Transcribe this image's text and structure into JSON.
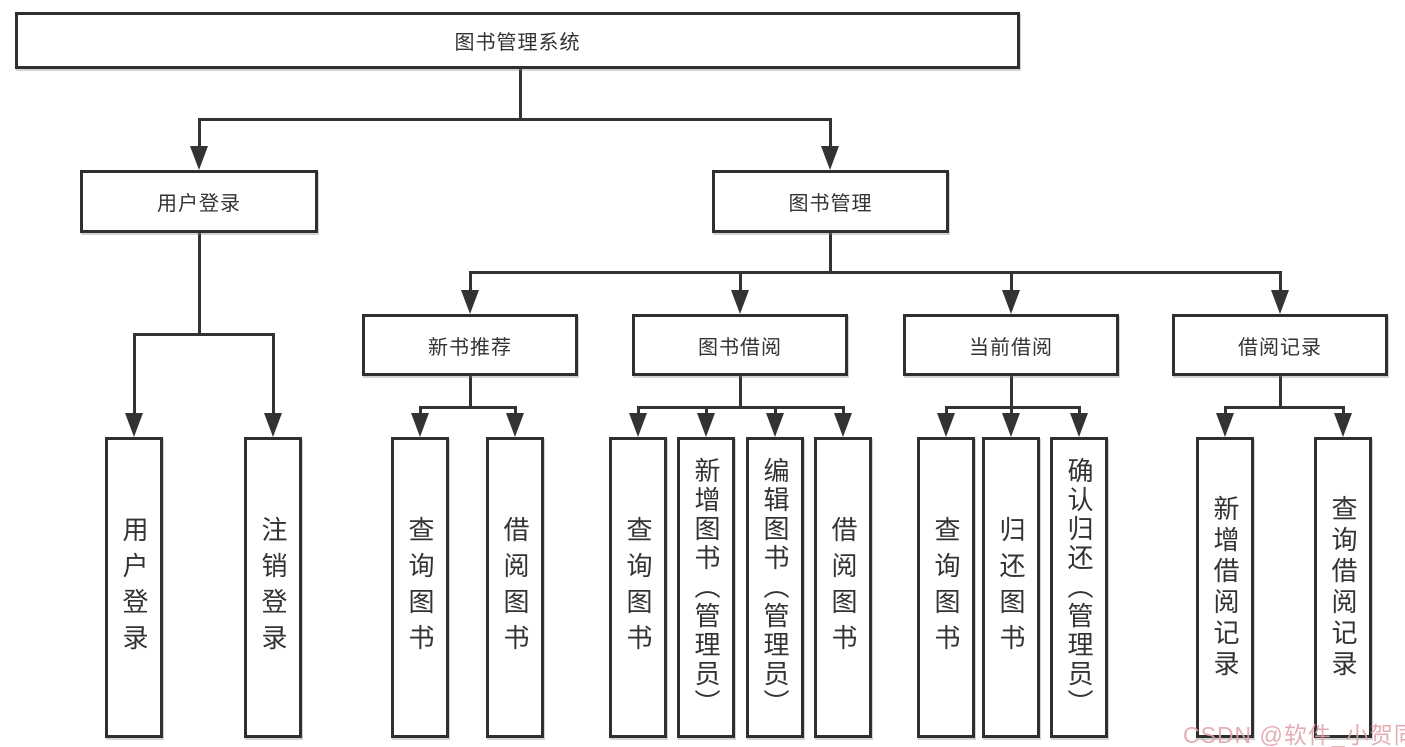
{
  "colors": {
    "background": "#ffffff",
    "box_border": "#2f2f2f",
    "line": "#333333",
    "text": "#333333",
    "watermark": "#dfa3aa"
  },
  "tree": {
    "root": {
      "label": "图书管理系统",
      "children": [
        {
          "label": "用户登录",
          "children": [
            {
              "label": "用户登录"
            },
            {
              "label": "注销登录"
            }
          ]
        },
        {
          "label": "图书管理",
          "children": [
            {
              "label": "新书推荐",
              "children": [
                {
                  "label": "查询图书"
                },
                {
                  "label": "借阅图书"
                }
              ]
            },
            {
              "label": "图书借阅",
              "children": [
                {
                  "label": "查询图书"
                },
                {
                  "label": "新增图书（管理员）"
                },
                {
                  "label": "编辑图书（管理员）"
                },
                {
                  "label": "借阅图书"
                }
              ]
            },
            {
              "label": "当前借阅",
              "children": [
                {
                  "label": "查询图书"
                },
                {
                  "label": "归还图书"
                },
                {
                  "label": "确认归还（管理员）"
                }
              ]
            },
            {
              "label": "借阅记录",
              "children": [
                {
                  "label": "新增借阅记录"
                },
                {
                  "label": "查询借阅记录"
                }
              ]
            }
          ]
        }
      ]
    }
  },
  "watermark": {
    "text": "CSDN @软件_小贺同学"
  }
}
